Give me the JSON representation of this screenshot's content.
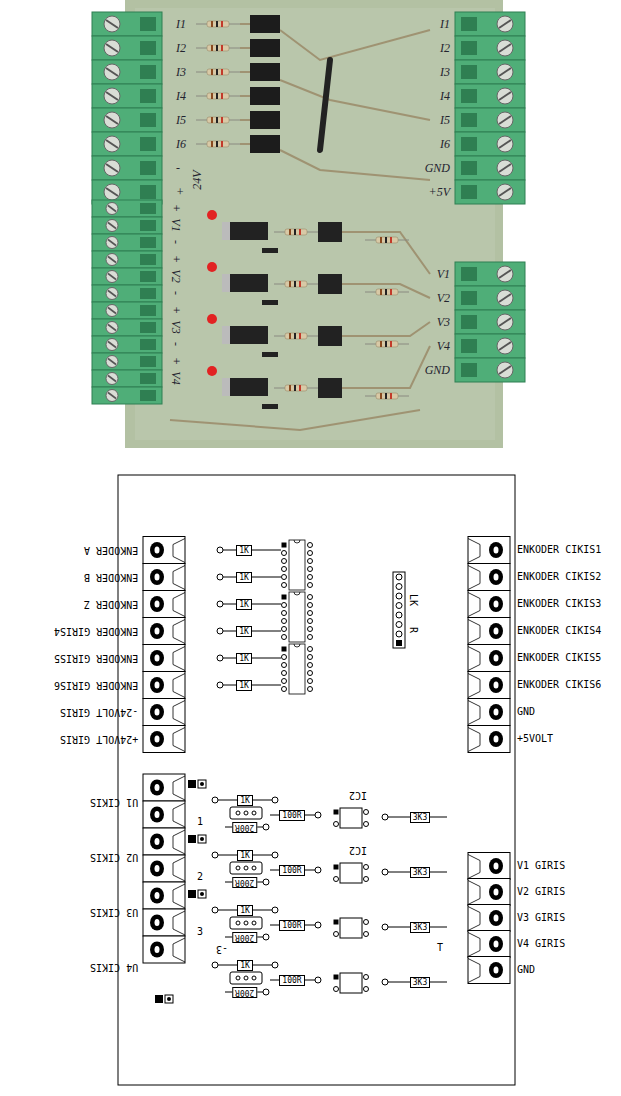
{
  "diagram": {
    "nodes": [
      {
        "text": [
          "1K"
        ]
      },
      {
        "text": [
          "1K"
        ]
      },
      {
        "text": [
          "1K"
        ]
      },
      {
        "text": [
          "1K"
        ]
      },
      {
        "text": [
          "1K"
        ]
      },
      {
        "text": [
          "1K"
        ]
      },
      {
        "text": [
          "1K"
        ]
      },
      {
        "text": [
          "100R"
        ]
      },
      {
        "text": [
          "200R"
        ]
      },
      {
        "text": [
          "3K3"
        ]
      },
      {
        "text": [
          "1K"
        ]
      },
      {
        "text": [
          "100R"
        ]
      },
      {
        "text": [
          "200R"
        ]
      },
      {
        "text": [
          "3K3"
        ]
      },
      {
        "text": [
          "1K"
        ]
      },
      {
        "text": [
          "100R"
        ]
      },
      {
        "text": [
          "200R"
        ]
      },
      {
        "text": [
          "3K3"
        ]
      },
      {
        "text": [
          "1K"
        ]
      },
      {
        "text": [
          "100R"
        ]
      },
      {
        "text": [
          "200R"
        ]
      },
      {
        "text": [
          "3K3"
        ]
      }
    ],
    "labels": [
      "I1",
      "I2",
      "I3",
      "I4",
      "I5",
      "I6",
      "-",
      "+",
      "24V",
      "I1",
      "I2",
      "I3",
      "I4",
      "I5",
      "I6",
      "GND",
      "+5V",
      "+",
      "V1",
      "-",
      "+",
      "V2",
      "-",
      "+",
      "V3",
      "-",
      "+",
      "V4",
      "V1",
      "V2",
      "V3",
      "V4",
      "GND",
      "ENKODER A",
      "ENKODER B",
      "ENKODER Z",
      "ENKODER GIRIS4",
      "ENKODER GIRIS5",
      "ENKODER GIRIS6",
      "-24VOLT GIRIS",
      "+24VOLT GIRIS",
      "ENKODER CIKIS1",
      "ENKODER CIKIS2",
      "ENKODER CIKIS3",
      "ENKODER CIKIS4",
      "ENKODER CIKIS5",
      "ENKODER CIKIS6",
      "GND",
      "+5VOLT",
      "U1 CIKIS",
      "U2 CIKIS",
      "U3 CIKIS",
      "U4 CIKIS",
      "V1 GIRIS",
      "V2 GIRIS",
      "V3 GIRIS",
      "V4 GIRIS",
      "GND",
      "LK",
      "R",
      "IC2",
      "IC2",
      "1",
      "2",
      "3",
      "-3",
      "T"
    ]
  }
}
